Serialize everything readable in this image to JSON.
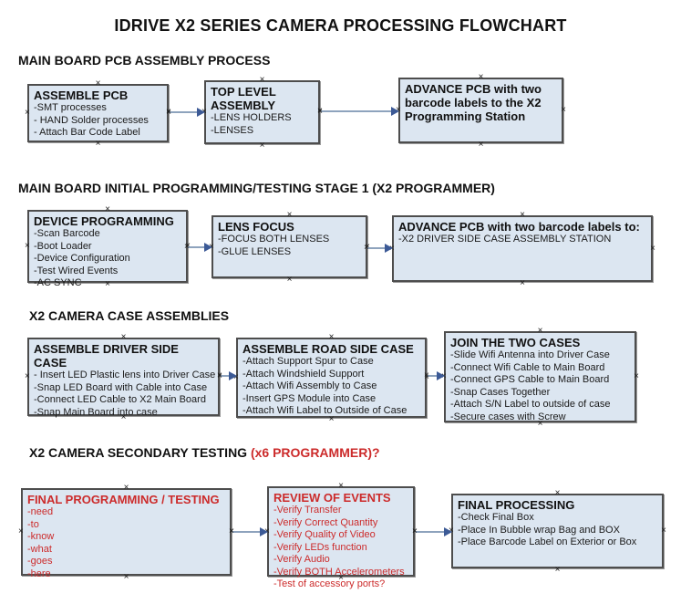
{
  "title": "IDRIVE X2  SERIES CAMERA PROCESSING FLOWCHART",
  "colors": {
    "box_fill": "#dce6f1",
    "box_border": "#4d4d4d",
    "arrow_line": "#8ea3bd",
    "arrow_head": "#3c5a96",
    "red_text": "#cc2b2b",
    "black_text": "#1a1a1a"
  },
  "icons": {
    "connection_anchor": "×",
    "arrow_head": "▶"
  },
  "sections": [
    {
      "heading": "MAIN BOARD PCB ASSEMBLY PROCESS",
      "heading_red": ""
    },
    {
      "heading": "MAIN BOARD INITIAL PROGRAMMING/TESTING STAGE 1 (X2 PROGRAMMER)",
      "heading_red": ""
    },
    {
      "heading": "X2 CAMERA CASE ASSEMBLIES",
      "heading_red": ""
    },
    {
      "heading": "X2 CAMERA SECONDARY TESTING ",
      "heading_red": " (x6 PROGRAMMER)?"
    }
  ],
  "boxes": [
    {
      "title": "ASSEMBLE PCB",
      "lines": [
        "-SMT processes",
        "- HAND Solder processes",
        "- Attach Bar Code Label"
      ]
    },
    {
      "title": "TOP LEVEL ASSEMBLY",
      "lines": [
        "-LENS HOLDERS",
        "-LENSES"
      ]
    },
    {
      "title": "ADVANCE PCB with two barcode labels to the  X2 Programming Station",
      "lines": []
    },
    {
      "title": "DEVICE PROGRAMMING",
      "lines": [
        "-Scan Barcode",
        "-Boot Loader",
        "-Device Configuration",
        "-Test Wired Events",
        "-AC SYNC"
      ]
    },
    {
      "title": "LENS FOCUS",
      "lines": [
        "-FOCUS BOTH LENSES",
        "-GLUE LENSES"
      ]
    },
    {
      "title": "ADVANCE PCB with two barcode labels to:",
      "lines": [
        "-X2 DRIVER  SIDE  CASE  ASSEMBLY STATION"
      ]
    },
    {
      "title": "ASSEMBLE DRIVER SIDE CASE",
      "lines": [
        "- Insert LED Plastic lens into Driver Case",
        "-Snap LED Board with Cable into Case",
        "-Connect LED Cable to X2 Main Board",
        "-Snap Main Board into case"
      ]
    },
    {
      "title": "ASSEMBLE ROAD SIDE CASE",
      "lines": [
        "-Attach Support Spur to Case",
        "-Attach Windshield Support",
        "-Attach Wifi Assembly to Case",
        "-Insert GPS Module into Case",
        "-Attach Wifi Label to Outside of Case"
      ]
    },
    {
      "title": "JOIN THE TWO CASES",
      "lines": [
        "-Slide Wifi Antenna into Driver Case",
        "-Connect Wifi Cable to Main Board",
        "-Connect GPS Cable to Main Board",
        "-Snap Cases Together",
        "-Attach S/N Label to outside of case",
        "-Secure cases with Screw"
      ]
    },
    {
      "title": "FINAL PROGRAMMING / TESTING",
      "lines": [
        "-need",
        "-to",
        "-know",
        "-what",
        "-goes",
        "-here"
      ]
    },
    {
      "title": "REVIEW OF EVENTS",
      "lines": [
        "-Verify Transfer",
        "-Verify Correct Quantity",
        "-Verify Quality of Video",
        "-Verify LEDs function",
        "-Verify Audio",
        "-Verify BOTH Accelerometers",
        "-Test of accessory ports?"
      ]
    },
    {
      "title": "FINAL PROCESSING",
      "lines": [
        " -Check Final Box",
        "-Place In Bubble wrap Bag and BOX",
        "-Place Barcode Label on Exterior or Box"
      ]
    }
  ]
}
